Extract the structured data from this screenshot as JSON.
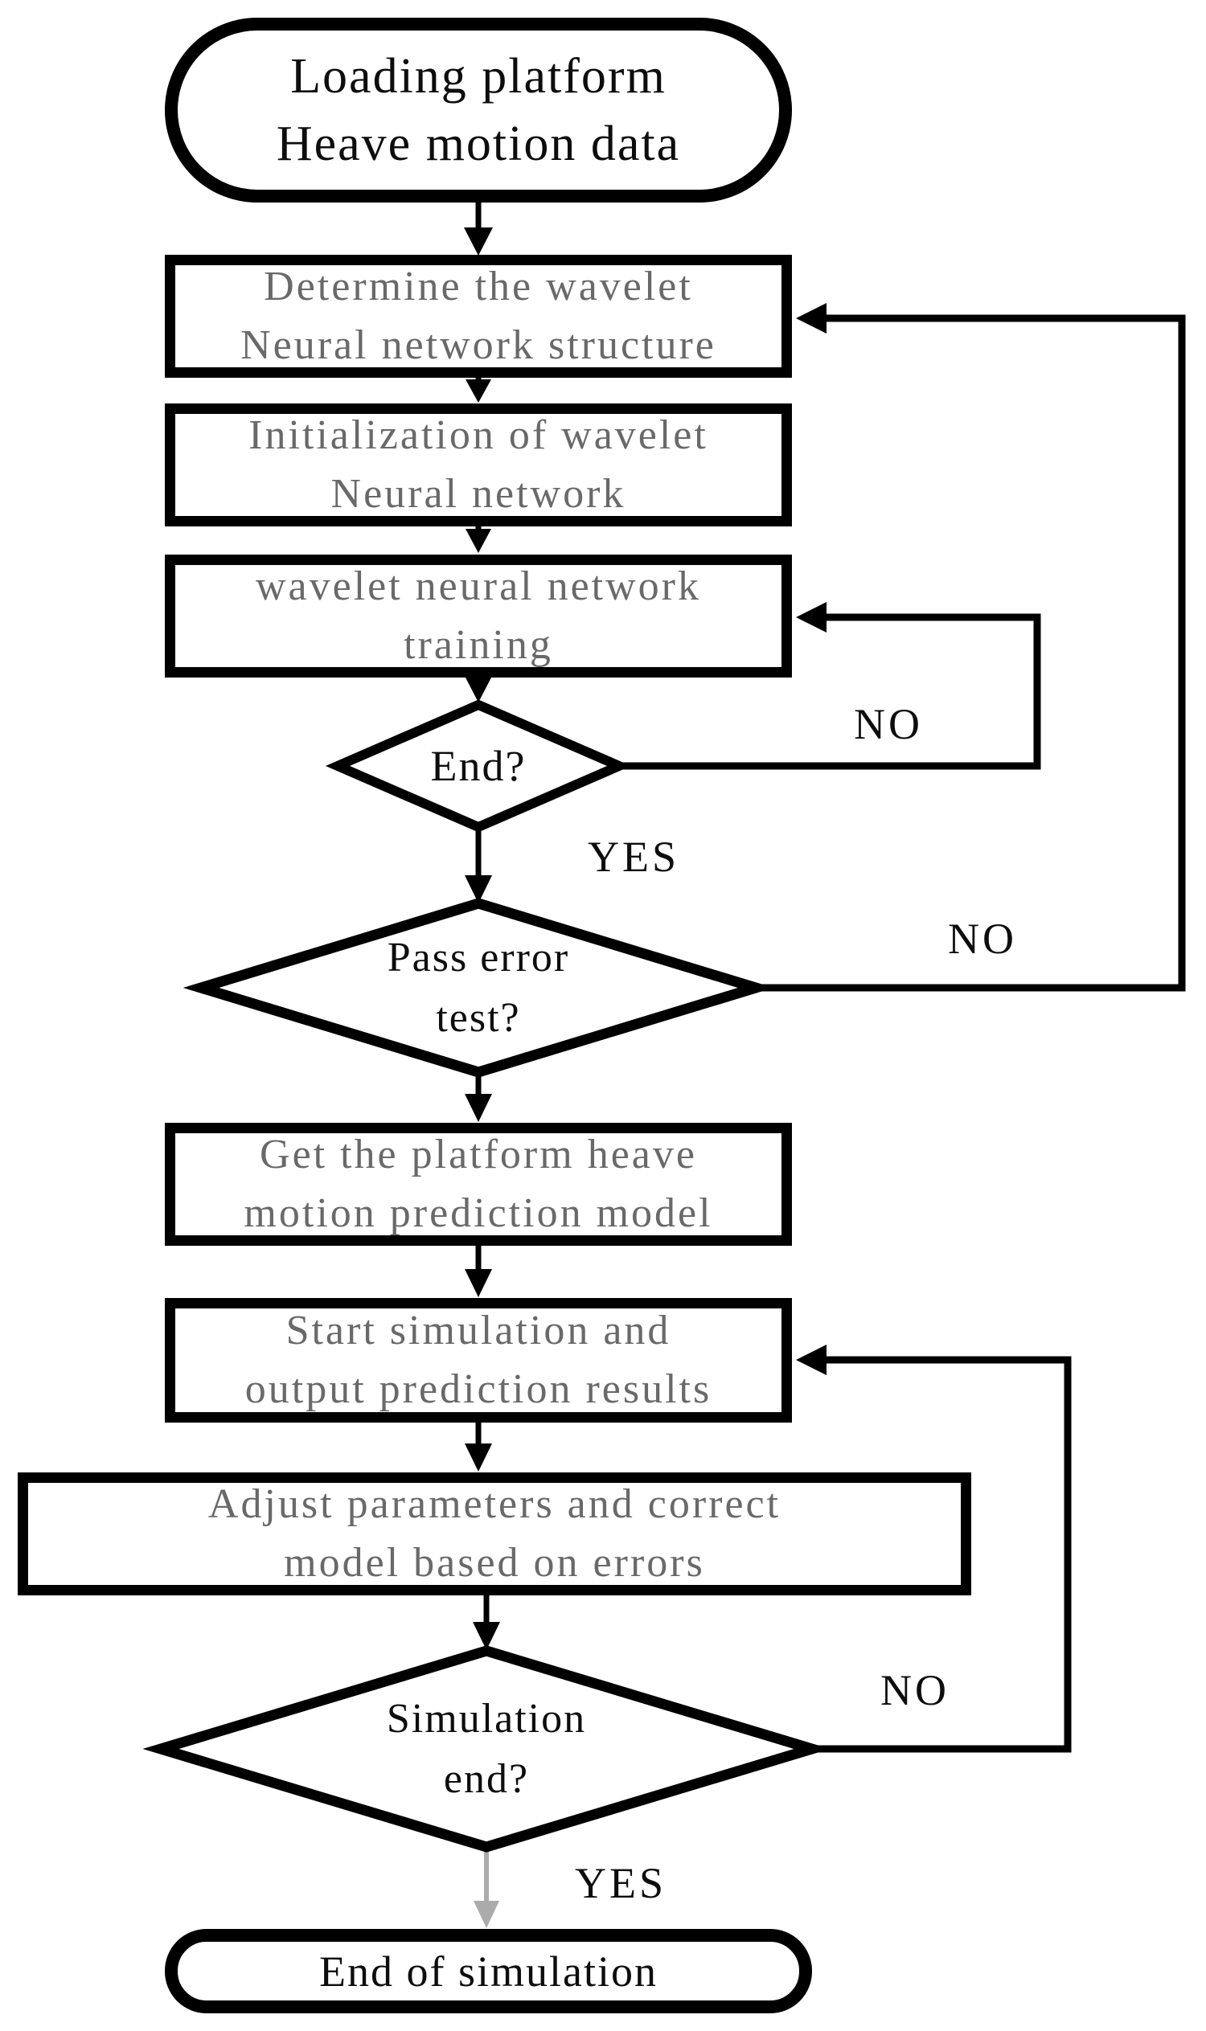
{
  "flowchart": {
    "nodes": {
      "start": {
        "type": "terminator",
        "label": "Loading platform\nHeave motion data"
      },
      "determine": {
        "type": "process",
        "label": "Determine the wavelet\nNeural network structure"
      },
      "init": {
        "type": "process",
        "label": "Initialization of wavelet\nNeural network"
      },
      "train": {
        "type": "process",
        "label": "wavelet neural network\ntraining"
      },
      "end_check": {
        "type": "decision",
        "label": "End?"
      },
      "pass_check": {
        "type": "decision",
        "label": "Pass error\ntest?"
      },
      "get_model": {
        "type": "process",
        "label": "Get the platform heave\nmotion prediction model"
      },
      "start_sim": {
        "type": "process",
        "label": "Start simulation and\noutput prediction results"
      },
      "adjust": {
        "type": "process",
        "label": "Adjust parameters and correct\nmodel based on errors"
      },
      "sim_end_check": {
        "type": "decision",
        "label": "Simulation\nend?"
      },
      "end": {
        "type": "terminator",
        "label": "End of simulation"
      }
    },
    "edge_labels": {
      "train_no": "NO",
      "end_yes": "YES",
      "pass_no": "NO",
      "sim_no": "NO",
      "sim_yes": "YES"
    },
    "colors": {
      "shape_stroke": "#000000",
      "process_text": "#696969",
      "decision_text": "#0d0d0d",
      "terminator_text": "#0d0d0d",
      "edge_label_text": "#0d0d0d",
      "final_arrow_gray": "#ababab",
      "background": "#ffffff"
    }
  }
}
